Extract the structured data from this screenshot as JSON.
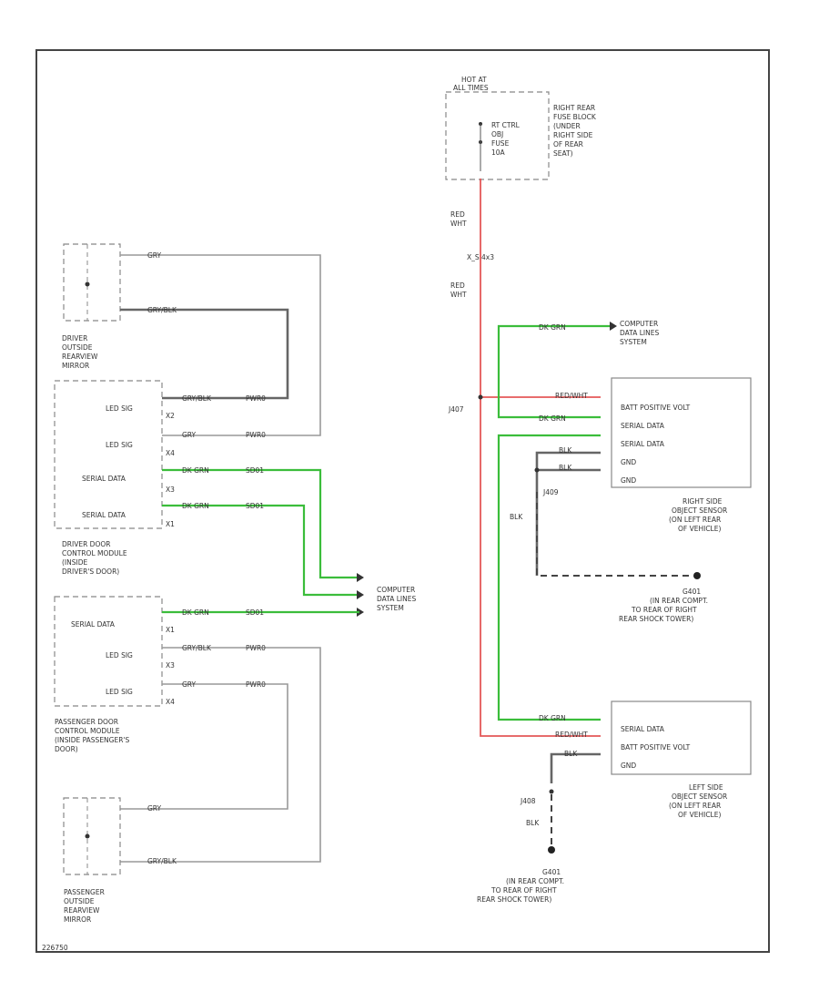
{
  "fuse": {
    "hot_at": "HOT AT",
    "hot_sub": "ALL TIMES",
    "fuse_name": [
      "RT CTRL",
      "OBJ",
      "FUSE",
      "10A"
    ],
    "location": [
      "RIGHT REAR",
      "FUSE BLOCK",
      "(UNDER",
      "RIGHT SIDE",
      "OF REAR",
      "SEAT)"
    ]
  },
  "wires": {
    "red_wht": "RED",
    "red_wht2": "WHT",
    "splice": "X_S 4x3",
    "red_wht_b": "RED",
    "red_wht_b2": "WHT",
    "dk_grn": "DK GRN",
    "red_wht_short": "RED/WHT",
    "blk": "BLK",
    "gry": "GRY",
    "gry_blk": "GRY/BLK",
    "pwr_id": "PWR0",
    "sig_id": "SD01"
  },
  "connectors": {
    "j1": "J407",
    "j2": "J409",
    "j3": "J408"
  },
  "driver_mirror": {
    "label": [
      "DRIVER",
      "OUTSIDE",
      "REARVIEW",
      "MIRROR"
    ]
  },
  "driver_door": {
    "pins": [
      "LED SIG",
      "LED SIG",
      "SERIAL DATA",
      "SERIAL DATA"
    ],
    "pin_ids": [
      "X2",
      "X4",
      "X3",
      "X1"
    ],
    "label": [
      "DRIVER DOOR",
      "CONTROL MODULE",
      "(INSIDE",
      "DRIVER'S DOOR)"
    ]
  },
  "passenger_door": {
    "pins": [
      "SERIAL DATA",
      "LED SIG",
      "LED SIG"
    ],
    "pin_ids": [
      "X1",
      "X3",
      "X4"
    ],
    "label": [
      "PASSENGER DOOR",
      "CONTROL MODULE",
      "(INSIDE PASSENGER'S",
      "DOOR)"
    ]
  },
  "passenger_mirror": {
    "label": [
      "PASSENGER",
      "OUTSIDE",
      "REARVIEW",
      "MIRROR"
    ]
  },
  "data_links": {
    "label": [
      "COMPUTER",
      "DATA LINES",
      "SYSTEM"
    ]
  },
  "right_sensor": {
    "pins": [
      "BATT POSITIVE VOLT",
      "SERIAL DATA",
      "SERIAL DATA",
      "GND",
      "GND"
    ],
    "label": [
      "RIGHT SIDE",
      "OBJECT SENSOR",
      "(ON LEFT REAR",
      "OF VEHICLE)"
    ]
  },
  "right_ground": {
    "label": [
      "G401",
      "(IN REAR COMPT.",
      "TO REAR OF RIGHT",
      "REAR SHOCK TOWER)"
    ]
  },
  "left_sensor": {
    "pins": [
      "SERIAL DATA",
      "BATT POSITIVE VOLT",
      "GND"
    ],
    "label": [
      "LEFT SIDE",
      "OBJECT SENSOR",
      "(ON LEFT REAR",
      "OF VEHICLE)"
    ]
  },
  "left_ground": {
    "label": [
      "G401",
      "(IN REAR COMPT.",
      "TO REAR OF RIGHT",
      "REAR SHOCK TOWER)"
    ]
  },
  "footer": "226750"
}
